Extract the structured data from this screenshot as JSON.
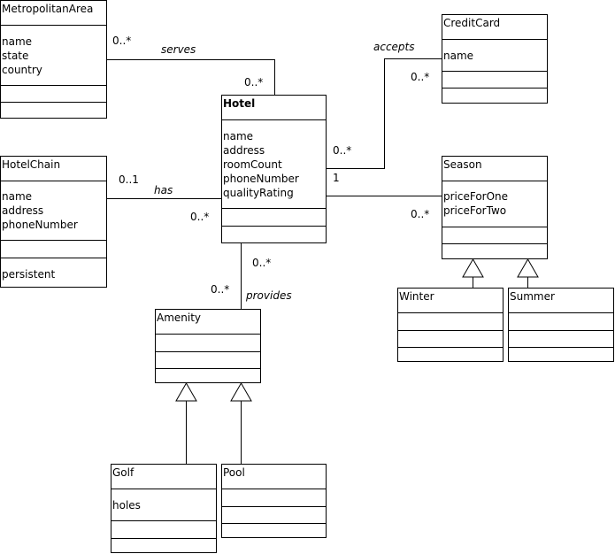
{
  "classes": {
    "metropolitan_area": {
      "name": "MetropolitanArea",
      "attributes": [
        "name",
        "state",
        "country"
      ]
    },
    "credit_card": {
      "name": "CreditCard",
      "attributes": [
        "name"
      ]
    },
    "hotel": {
      "name": "Hotel",
      "attributes": [
        "name",
        "address",
        "roomCount",
        "phoneNumber",
        "qualityRating"
      ]
    },
    "hotel_chain": {
      "name": "HotelChain",
      "attributes": [
        "name",
        "address",
        "phoneNumber"
      ],
      "operations": [
        "persistent"
      ]
    },
    "season": {
      "name": "Season",
      "attributes": [
        "priceForOne",
        "priceForTwo"
      ]
    },
    "amenity": {
      "name": "Amenity"
    },
    "winter": {
      "name": "Winter"
    },
    "summer": {
      "name": "Summer"
    },
    "golf": {
      "name": "Golf",
      "attributes": [
        "holes"
      ]
    },
    "pool": {
      "name": "Pool"
    }
  },
  "associations": {
    "serves": {
      "label": "serves",
      "mult_metro": "0..*",
      "mult_hotel": "0..*"
    },
    "accepts": {
      "label": "accepts",
      "mult_hotel": "0..*",
      "mult_card": "0..*"
    },
    "has": {
      "label": "has",
      "mult_chain": "0..1",
      "mult_hotel": "0..*"
    },
    "season_link": {
      "mult_hotel": "1",
      "mult_season": "0..*"
    },
    "provides": {
      "label": "provides",
      "mult_hotel": "0..*",
      "mult_amenity": "0..*"
    }
  }
}
